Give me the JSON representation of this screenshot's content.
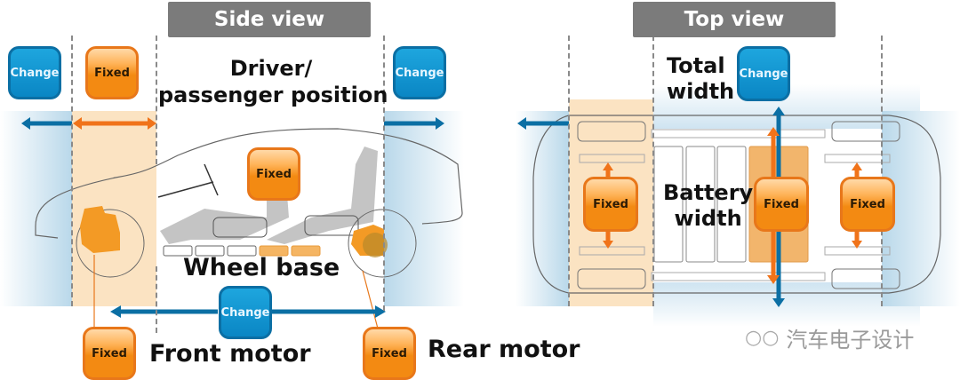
{
  "side_view": {
    "title": "Side view",
    "labels": {
      "driver_position": [
        "Driver/",
        "passenger position"
      ],
      "wheel_base": "Wheel base",
      "front_motor": "Front motor",
      "rear_motor": "Rear motor"
    },
    "badges": {
      "front_overhang": "Change",
      "front_section": "Fixed",
      "cabin": "Fixed",
      "rear_overhang": "Change",
      "wheel_base": "Change",
      "front_motor": "Fixed",
      "rear_motor": "Fixed"
    }
  },
  "top_view": {
    "title": "Top view",
    "labels": {
      "total_width": [
        "Total",
        "width"
      ],
      "battery_width": [
        "Battery",
        "width"
      ]
    },
    "badges": {
      "total_width": "Change",
      "front": "Fixed",
      "battery": "Fixed",
      "rear": "Fixed"
    }
  },
  "colors": {
    "change": "#0a86c4",
    "fixed": "#f38a12",
    "fixed_zone": "#fbe3c2",
    "change_zone": "#cfe6f3",
    "header": "#7b7b7b"
  },
  "watermark": "汽车电子设计"
}
